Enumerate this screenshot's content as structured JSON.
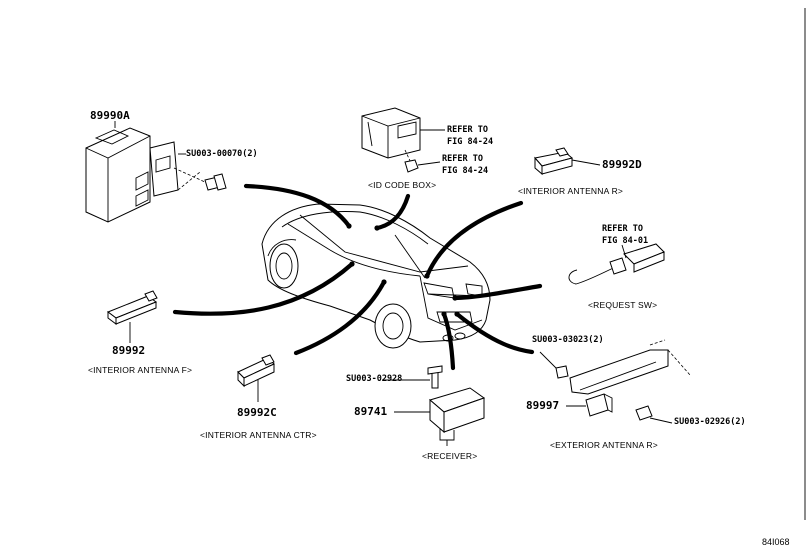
{
  "parts": {
    "smart_ecu": "89990A",
    "antenna_r": "89992D",
    "antenna_f": "89992",
    "antenna_ctr": "89992C",
    "receiver": "89741",
    "exterior_antenna": "89997"
  },
  "bolts": {
    "ecu_bolt": "SU003-00070(2)",
    "receiver_bolt": "SU003-02928",
    "exterior_nut": "SU003-03023(2)",
    "exterior_bolt": "SU003-02926(2)"
  },
  "references": {
    "id_bracket": "REFER TO\nFIG 84-24",
    "id_nut": "REFER TO\nFIG 84-24",
    "request_sw": "REFER TO\nFIG 84-01"
  },
  "captions": {
    "id_code_box": "<ID CODE BOX>",
    "interior_antenna_r": "<INTERIOR ANTENNA R>",
    "request_sw": "<REQUEST SW>",
    "interior_antenna_f": "<INTERIOR ANTENNA F>",
    "interior_antenna_ctr": "<INTERIOR ANTENNA CTR>",
    "receiver": "<RECEIVER>",
    "exterior_antenna_r": "<EXTERIOR ANTENNA R>"
  },
  "figure_id": "84I068"
}
